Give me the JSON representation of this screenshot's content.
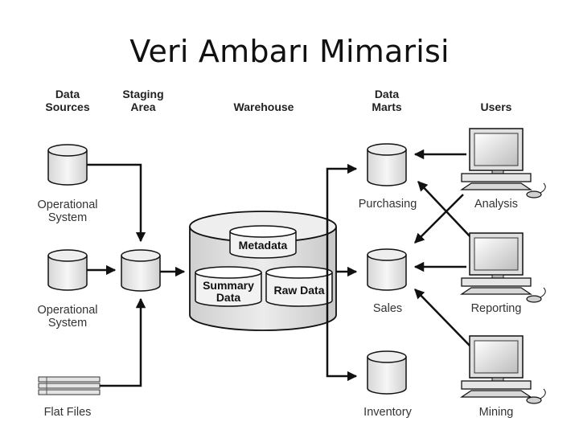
{
  "title": "Veri Ambarı Mimarisi",
  "columns": {
    "data_sources": [
      "Data",
      "Sources"
    ],
    "staging_area": [
      "Staging",
      "Area"
    ],
    "warehouse": "Warehouse",
    "data_marts": [
      "Data",
      "Marts"
    ],
    "users": "Users"
  },
  "sources": {
    "operational_1": [
      "Operational",
      "System"
    ],
    "operational_2": [
      "Operational",
      "System"
    ],
    "flat_files": "Flat Files"
  },
  "warehouse": {
    "metadata": "Metadata",
    "summary_data": [
      "Summary",
      "Data"
    ],
    "raw_data": "Raw Data"
  },
  "marts": {
    "purchasing": "Purchasing",
    "sales": "Sales",
    "inventory": "Inventory"
  },
  "users": {
    "analysis": "Analysis",
    "reporting": "Reporting",
    "mining": "Mining"
  }
}
